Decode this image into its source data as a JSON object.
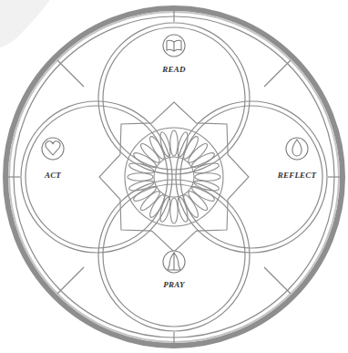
{
  "diagram": {
    "nodes": [
      {
        "text": [
          "READ"
        ]
      },
      {
        "text": [
          "ACT"
        ]
      },
      {
        "text": [
          "REFLECT"
        ]
      },
      {
        "text": [
          "PRAY"
        ]
      }
    ]
  }
}
